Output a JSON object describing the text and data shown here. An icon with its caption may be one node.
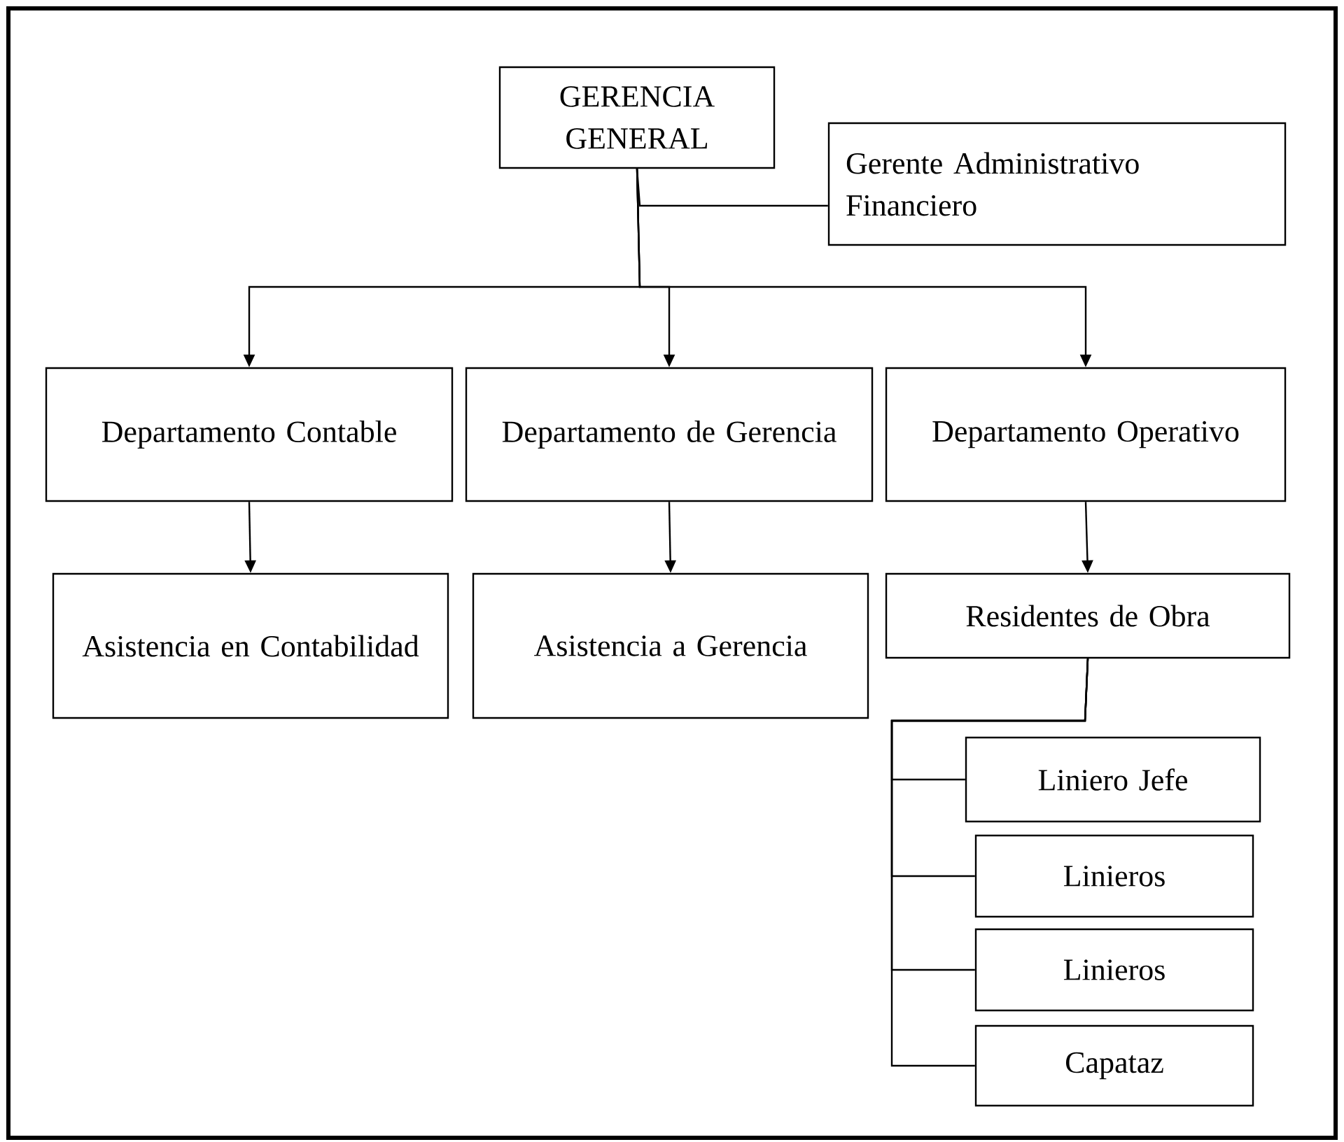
{
  "diagram": {
    "nodes": [
      {
        "text": [
          "GERENCIA GENERAL"
        ]
      },
      {
        "text": [
          "Gerente Administrativo Financiero"
        ]
      },
      {
        "text": [
          "Departamento Contable"
        ]
      },
      {
        "text": [
          "Departamento de Gerencia"
        ]
      },
      {
        "text": [
          "Departamento Operativo"
        ]
      },
      {
        "text": [
          "Asistencia en Contabilidad"
        ]
      },
      {
        "text": [
          "Asistencia a Gerencia"
        ]
      },
      {
        "text": [
          "Residentes de Obra"
        ]
      },
      {
        "text": [
          "Liniero Jefe"
        ]
      },
      {
        "text": [
          "Linieros"
        ]
      },
      {
        "text": [
          "Linieros"
        ]
      },
      {
        "text": [
          "Capataz"
        ]
      }
    ],
    "edges": [
      {
        "from": 0,
        "to": 1,
        "arrow": "none"
      },
      {
        "from": 0,
        "to": 2,
        "arrow": "to"
      },
      {
        "from": 0,
        "to": 3,
        "arrow": "to"
      },
      {
        "from": 0,
        "to": 4,
        "arrow": "to"
      },
      {
        "from": 2,
        "to": 5,
        "arrow": "to"
      },
      {
        "from": 3,
        "to": 6,
        "arrow": "to"
      },
      {
        "from": 4,
        "to": 7,
        "arrow": "to"
      },
      {
        "from": 7,
        "to": 8,
        "arrow": "none"
      },
      {
        "from": 7,
        "to": 9,
        "arrow": "none"
      },
      {
        "from": 7,
        "to": 10,
        "arrow": "none"
      },
      {
        "from": 7,
        "to": 11,
        "arrow": "none"
      }
    ]
  }
}
